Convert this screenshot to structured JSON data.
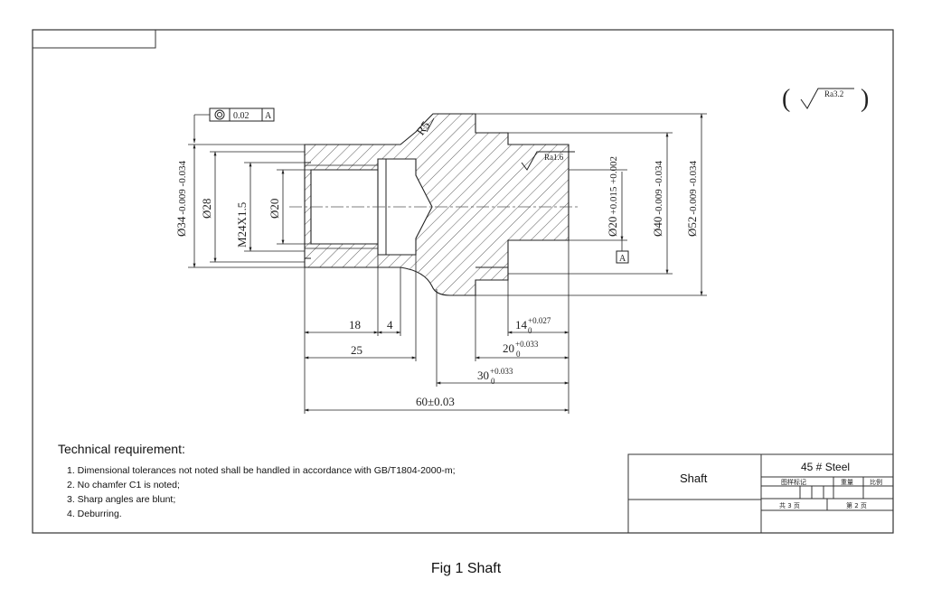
{
  "tolerance_frame": {
    "value": "0.02",
    "datum": "A"
  },
  "radius_label": "R5",
  "roughness": {
    "general": "Ra3.2",
    "bore": "Ra1.6"
  },
  "datum_label": "A",
  "diameters": {
    "d34": {
      "base": "Ø34",
      "tol": "-0.009 -0.034"
    },
    "d28": "Ø28",
    "thread": "M24X1.5",
    "d20_bore": "Ø20",
    "d20_shaft": {
      "base": "Ø20",
      "tol": "+0.015 +0.002"
    },
    "d40": {
      "base": "Ø40",
      "tol": "-0.009 -0.034"
    },
    "d52": {
      "base": "Ø52",
      "tol": "-0.009 -0.034"
    }
  },
  "lengths": {
    "l18": "18",
    "l4": "4",
    "l25": "25",
    "l14": {
      "base": "14",
      "upper": "+0.027",
      "lower": "0"
    },
    "l20": {
      "base": "20",
      "upper": "+0.033",
      "lower": "0"
    },
    "l30": {
      "base": "30",
      "upper": "+0.033",
      "lower": "0"
    },
    "l60": "60±0.03"
  },
  "requirements": {
    "title": "Technical requirement:",
    "items": [
      "1. Dimensional tolerances not noted shall be handled in accordance with GB/T1804-2000-m;",
      "2. No chamfer C1 is noted;",
      "3. Sharp angles are blunt;",
      "4. Deburring."
    ]
  },
  "title_block": {
    "part_name": "Shaft",
    "material": "45 # Steel",
    "marks_label": "图样标记",
    "weight_label": "重量",
    "scale_label": "比例",
    "total_sheets": "共 3 页",
    "sheet_no": "第 2 页"
  },
  "caption": "Fig 1  Shaft"
}
